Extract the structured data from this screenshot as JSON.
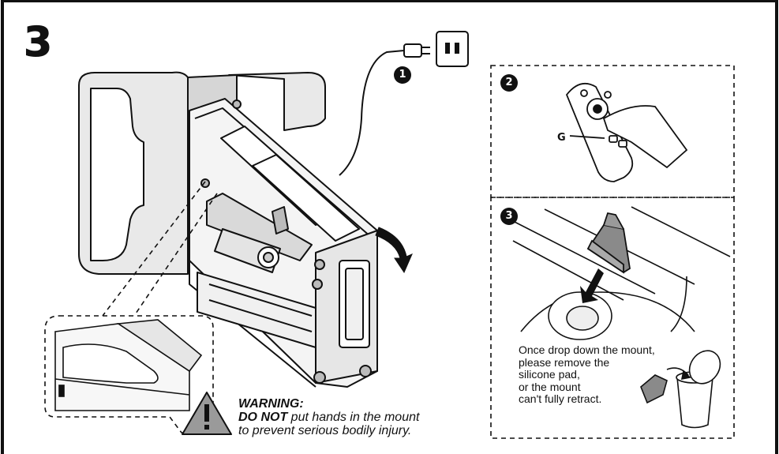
{
  "step": {
    "number": "3"
  },
  "callouts": {
    "plug": "1",
    "remote": "2",
    "pad": "3"
  },
  "remote_panel": {
    "button_label": "G"
  },
  "warning": {
    "title": "WARNING:",
    "emphasis": "DO NOT",
    "line1_rest": " put hands in the mount",
    "line2": "to prevent serious bodily injury."
  },
  "pad_note": {
    "lines": [
      "Once drop down the mount,",
      "please remove the",
      "silicone pad,",
      "or the mount",
      "can't fully retract."
    ]
  },
  "icons": [
    "power-plug-icon",
    "wall-outlet-icon",
    "rotate-arrow-icon",
    "remote-control-icon",
    "silicone-pad-icon",
    "down-arrow-icon",
    "trash-bin-icon",
    "warning-icon"
  ],
  "colors": {
    "ink": "#111111",
    "background": "#ffffff",
    "shade": "#dcdcdc"
  }
}
